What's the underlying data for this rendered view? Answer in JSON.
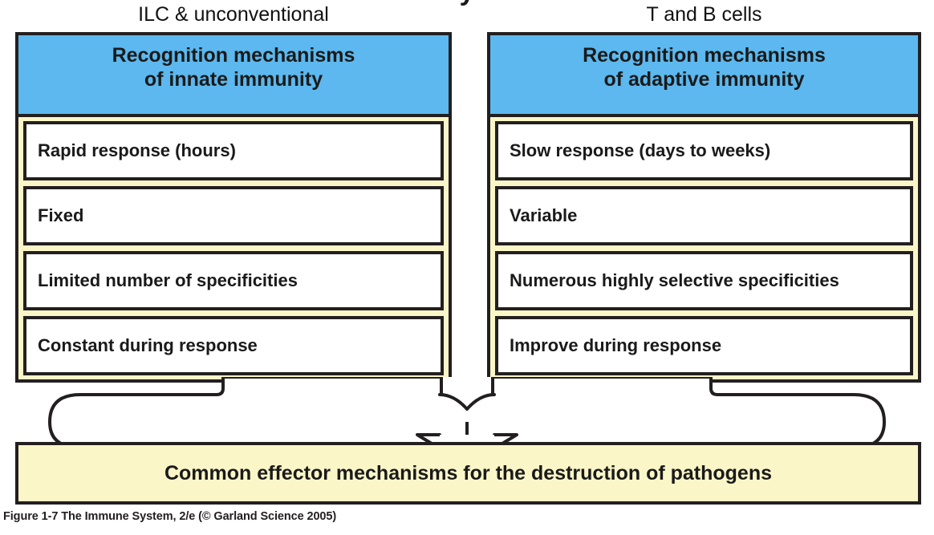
{
  "figure": {
    "cropped_title_fragment": "y",
    "credit": "Figure 1-7  The Immune System, 2/e (© Garland Science 2005)"
  },
  "colors": {
    "header_blue": "#5CB8EE",
    "panel_yellow": "#FBF6C8",
    "box_white": "#FFFFFF",
    "border_dark": "#231F20",
    "text_dark": "#1A1A1A",
    "background": "#FFFFFF"
  },
  "columns": [
    {
      "caption": "ILC & unconventional",
      "header_line1": "Recognition mechanisms",
      "header_line2": "of innate immunity",
      "items": [
        "Rapid response (hours)",
        "Fixed",
        "Limited number of specificities",
        "Constant during response"
      ]
    },
    {
      "caption": "T and B cells",
      "header_line1": "Recognition mechanisms",
      "header_line2": "of adaptive immunity",
      "items": [
        "Slow response (days to weeks)",
        "Variable",
        "Numerous highly selective specificities",
        "Improve during response"
      ]
    }
  ],
  "connector": {
    "icon": "merge-down-arrow-icon",
    "description": "Two tubes from the left and right columns converge into a single downward arrow"
  },
  "banner": {
    "text": "Common effector mechanisms for the destruction of pathogens"
  }
}
